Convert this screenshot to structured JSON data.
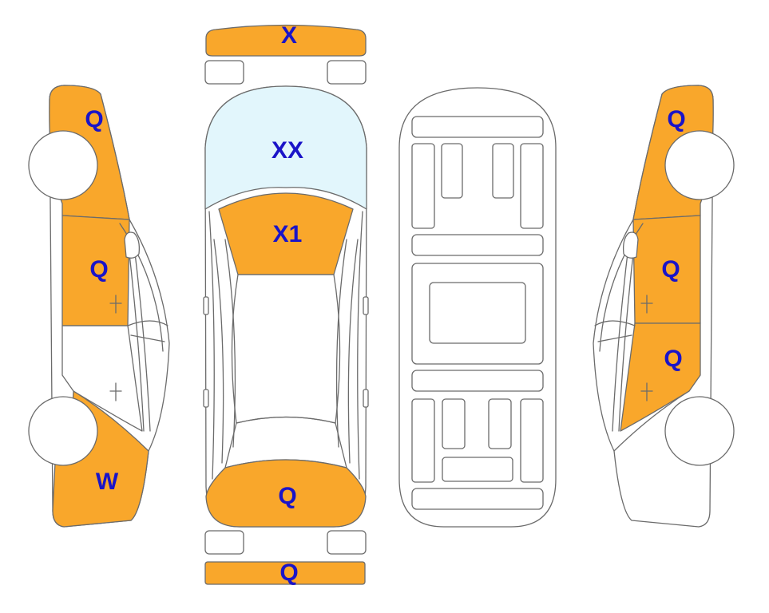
{
  "colors": {
    "damaged": "#f9a72b",
    "glass": "#e2f6fc",
    "label": "#1a14c8",
    "outline": "#6b6b6b"
  },
  "labels": {
    "front_bumper": "X",
    "hood": "XX",
    "roof": "X1",
    "trunk_lid": "Q",
    "rear_bumper": "Q",
    "left_front_fender": "Q",
    "left_front_door": "Q",
    "left_rear_quarter": "W",
    "right_front_fender": "Q",
    "right_front_door": "Q",
    "right_rear_door": "Q"
  }
}
